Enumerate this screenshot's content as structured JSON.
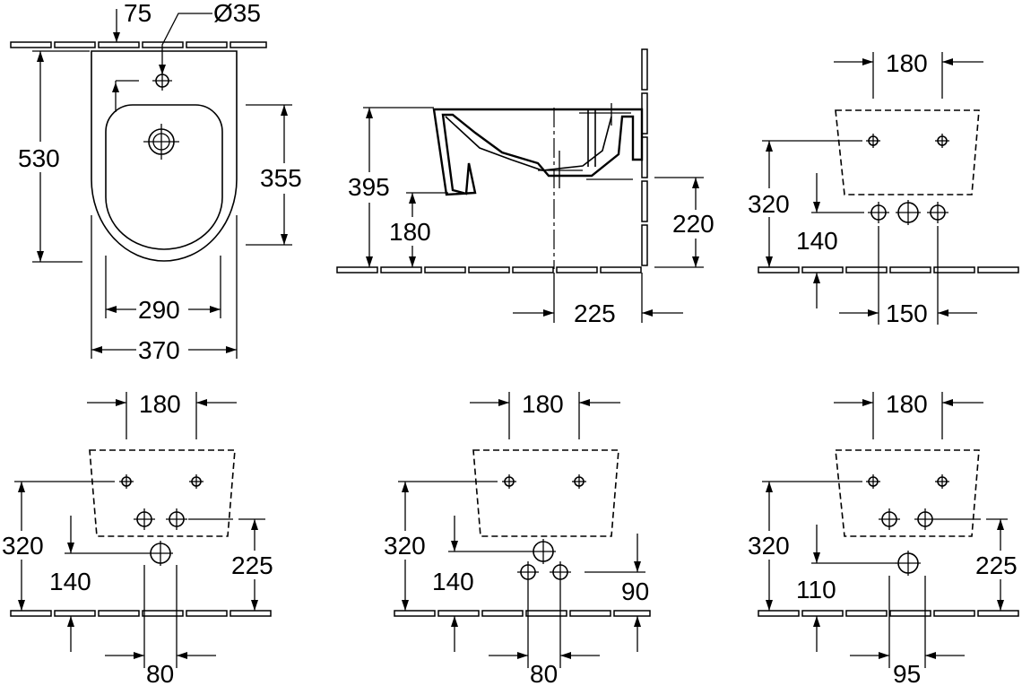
{
  "labels": {
    "top_view": {
      "d75": "75",
      "dia35": "Ø35",
      "h530": "530",
      "h355": "355",
      "w290": "290",
      "w370": "370"
    },
    "side_view": {
      "h395": "395",
      "h180": "180",
      "h220": "220",
      "w225": "225"
    },
    "variant_a": {
      "w180": "180",
      "h320": "320",
      "h140": "140",
      "w150": "150"
    },
    "variant_b": {
      "w180": "180",
      "h320": "320",
      "h140": "140",
      "h225": "225",
      "w80": "80"
    },
    "variant_c": {
      "w180": "180",
      "h320": "320",
      "h140": "140",
      "h90": "90",
      "w80": "80"
    },
    "variant_d": {
      "w180": "180",
      "h320": "320",
      "h110": "110",
      "h225": "225",
      "w95": "95"
    }
  }
}
